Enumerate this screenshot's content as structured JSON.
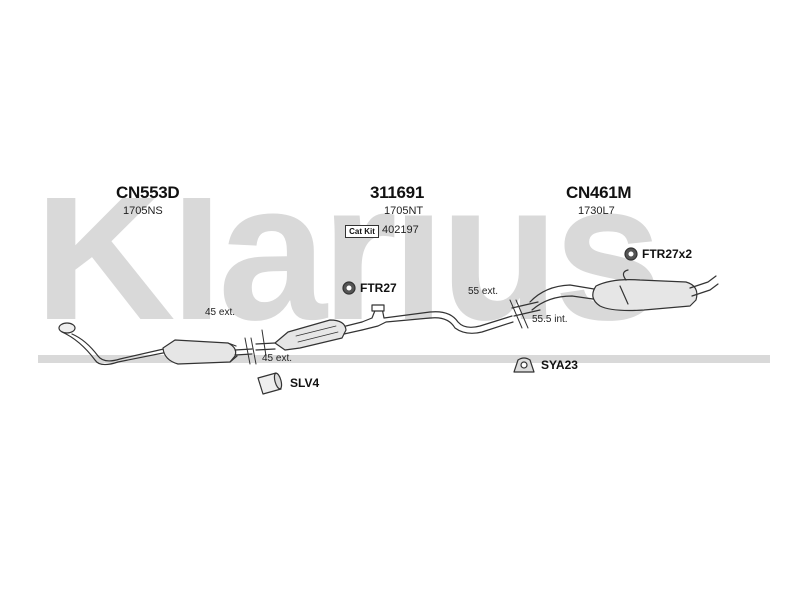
{
  "watermark": {
    "brand": "Klarius"
  },
  "sections": [
    {
      "code": "CN553D",
      "ref": "1705NS"
    },
    {
      "code": "311691",
      "ref": "1705NT",
      "kit_badge": "Cat Kit",
      "kit_number": "402197"
    },
    {
      "code": "CN461M",
      "ref": "1730L7"
    }
  ],
  "fittings": {
    "ftr27": "FTR27",
    "ftr27x2": "FTR27x2",
    "sya23": "SYA23",
    "slv4": "SLV4"
  },
  "dimensions": {
    "front_ext_top": "45 ext.",
    "front_ext_bottom": "45 ext.",
    "rear_ext": "55 ext.",
    "rear_int": "55.5 int."
  },
  "colors": {
    "watermark": "#d9d9d9",
    "line": "#333333",
    "part_fill": "#e6e6e6"
  }
}
